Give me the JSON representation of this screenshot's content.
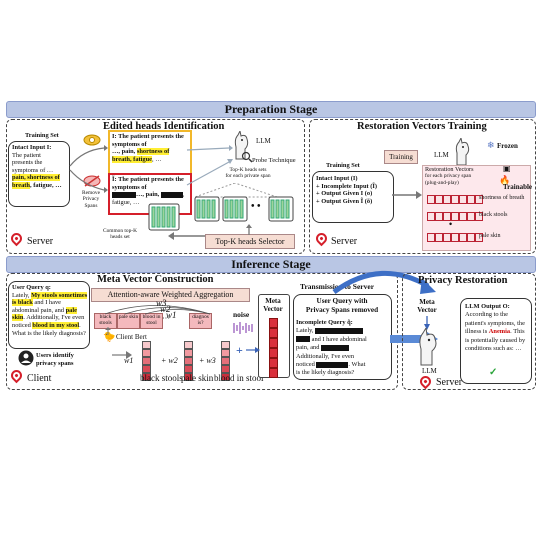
{
  "stages": {
    "preparation": "Preparation Stage",
    "inference": "Inference Stage"
  },
  "edited_heads": {
    "title": "Edited heads Identification",
    "training_set": "Training Set",
    "intact_label": "Intact Input I:",
    "intact_lines": [
      "The patient",
      "presents the",
      "symptoms of …"
    ],
    "intact_hl1": "pain, shortness of",
    "intact_hl2": "breath",
    "intact_tail": ", fatigue, …",
    "remove_label": [
      "Remove",
      "Privacy",
      "Spans"
    ],
    "card1_prefix": "I: The patient presents the symptoms of",
    "card1_mid": "…, pain,",
    "card1_hl": "shortness of breath, fatigue",
    "card1_tail": ", …",
    "card2_prefix": "Ĩ: The patient presents the symptoms of",
    "card2_mid": "…, pain,",
    "card2_tail": ", fatigue, …",
    "llm": "LLM",
    "probe": "Probe Technique",
    "topk": [
      "Top-K heads sets",
      "for each private span"
    ],
    "dots": "• •",
    "common": [
      "Common top-K",
      "heads set"
    ],
    "selector": "Top-K heads Selector",
    "server": "Server"
  },
  "restoration_training": {
    "title": "Restoration Vectors Training",
    "training_set": "Training Set",
    "training_btn": "Training",
    "llm": "LLM",
    "frozen": "Frozen",
    "trainable": "Trainable",
    "inputs": [
      "Intact Input (I)",
      "+ Incomplete Input (Ĩ)",
      "+ Output Given I (o)",
      "+ Output Given Ĩ (õ)"
    ],
    "box_title": [
      "Restoration Vectors",
      "for each privacy span",
      "(plug-and-play)"
    ],
    "vector_labels": [
      "shortness of breath",
      "black stools",
      "pale skin"
    ],
    "dots": "•",
    "server": "Server"
  },
  "meta_construction": {
    "title": "Meta Vector Construction",
    "aggregation": "Attention-aware Weighted Aggregation",
    "query_label": "User Query q:",
    "query_1": "Lately, ",
    "hl1": "My stools sometimes is black",
    "query_2": " and I have abdominal pain, and ",
    "hl2": "pale skin",
    "query_3": ". Additionally, I've even noticed ",
    "hl3": "blood in my stool",
    "query_4": ". What is the likely diagnosis?",
    "client_bert": "Client Bert",
    "tokens": [
      "black stools",
      "pale skin",
      "blood in stool",
      "diagnos is?"
    ],
    "weights": [
      "w1",
      "w2",
      "w3",
      "w1",
      "w2",
      "w3"
    ],
    "col_labels": [
      "black stools",
      "pale skin",
      "blood in stool"
    ],
    "noise": "noise",
    "users_identify": [
      "Users identify",
      "privacy spans"
    ],
    "client": "Client",
    "meta_vector": [
      "Meta",
      "Vector"
    ]
  },
  "transmission": {
    "title": "Transmission to Server",
    "box_title": [
      "User Query with",
      "Privacy Spans removed"
    ],
    "incomplete": "Incomplete Query q̃:",
    "line1": "Lately,",
    "line2": "and I have abdominal",
    "line3": "pain, and",
    "line4": "Additionally, I've even",
    "line5": "noticed",
    "line5b": ". What",
    "line6": "is the likely diagnosis?"
  },
  "privacy_restoration": {
    "title": "Privacy Restoration",
    "meta_vector": [
      "Meta",
      "Vector"
    ],
    "llm": "LLM",
    "server": "Server",
    "output_label": "LLM Output O:",
    "output_1": "According to the patient's symptoms, the illness is ",
    "output_bold": "Anemia",
    "output_2": ". This is potentially caused by conditions such as: …",
    "check": "✓"
  },
  "colors": {
    "accent_red": "#d51f2a",
    "stage_bar": "#b9c6e4",
    "yellow": "#ffee33",
    "pink": "#fbe3e6",
    "blue_arrow": "#4a7ad0"
  }
}
